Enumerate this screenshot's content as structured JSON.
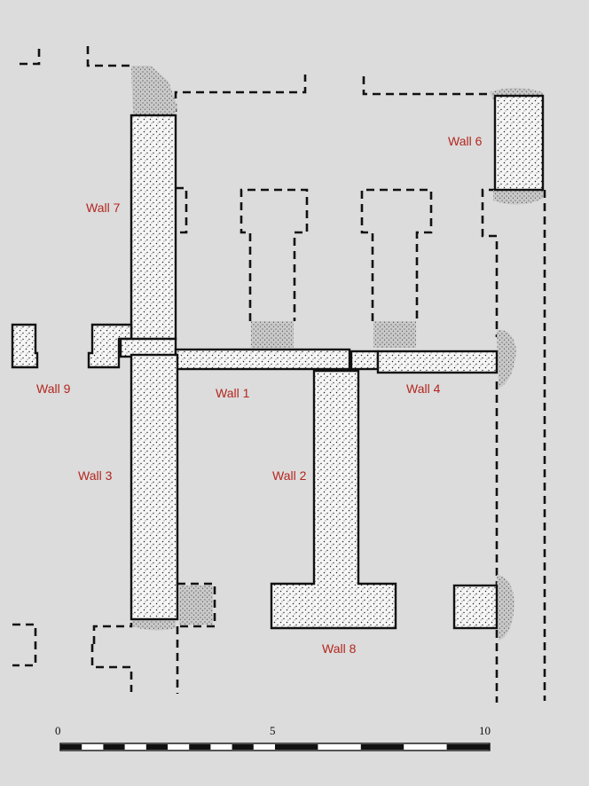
{
  "walls": {
    "wall1": "Wall 1",
    "wall2": "Wall 2",
    "wall3": "Wall 3",
    "wall4": "Wall 4",
    "wall6": "Wall 6",
    "wall7": "Wall 7",
    "wall8": "Wall 8",
    "wall9": "Wall 9"
  },
  "scale_bar": {
    "ticks": [
      "0",
      "5",
      "10"
    ]
  },
  "colors": {
    "background": "#dcdcdc",
    "label": "#b3261e",
    "line": "#111111"
  }
}
